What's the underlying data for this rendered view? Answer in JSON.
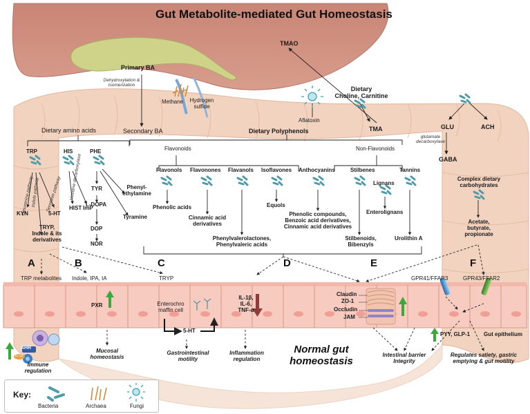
{
  "title": "Gut Metabolite-mediated Gut Homeostasis",
  "top": {
    "primary_ba": "Primary BA",
    "dehydroxylation": [
      "Dehydroxylation &",
      "Isomerization"
    ],
    "secondary_ba": "Secondary BA",
    "methane": "Methane",
    "hydrogen_sulfide": [
      "Hydrogen",
      "sulfide"
    ],
    "tmao": "TMAO",
    "dietary_choline": [
      "Dietary",
      "Choline, Carnitine"
    ],
    "aflatoxin": "Aflatoxin",
    "tma": "TMA",
    "dietary_polyphenols": "Dietary Polyphenols",
    "glu": "GLU",
    "ach": "ACH",
    "glutamate_decarboxylase": [
      "glutamate",
      "decarboxylase"
    ],
    "gaba": "GABA"
  },
  "amino": {
    "header": "Dietary amino acids",
    "trp": "TRP",
    "his": "HIS",
    "phe": "PHE",
    "kynurenine_pathway": "Kynurenine pathway",
    "indole_pathway": "Indole pathway",
    "serotonin_pathway": "Serotonin pathway",
    "histidine_decarboxylase": [
      "Histidine",
      "decarboxylase"
    ],
    "kyn": "KYN",
    "five_ht": "5-HT",
    "hist": "HIST",
    "imp": "ImP",
    "tyr": "TYR",
    "l_dopa": "L-DOPA",
    "dop": "DOP",
    "nor": "NOR",
    "phenylethylamine": [
      "Phenyl-",
      "ethylamine"
    ],
    "tyramine": "Tyramine",
    "tryp_indole": [
      "TRYP,",
      "Indole & its",
      "derivatives"
    ]
  },
  "polyphenols": {
    "flavonoids": "Flavonoids",
    "non_flavonoids": "Non-Flavonoids",
    "flavonols": "Flavonols",
    "flavonones": "Flavonones",
    "flavanols": "Flavanols",
    "isoflavones": "Isoflavones",
    "anthocyanins": "Anthocyanins",
    "stilbenes": "Stilbenes",
    "lignans": "Lignans",
    "tannins": "Tannins",
    "phenolic_acids": "Phenolic acids",
    "cinnamic_acid_derivatives": [
      "Cinnamic acid",
      "derivatives"
    ],
    "equols": "Equols",
    "phenolic_compounds": [
      "Phenolic compounds,",
      "Benzoic acid derivatives,",
      "Cinnamic acid derivatives"
    ],
    "enterolignans": "Enterolignans",
    "phenylvalerolactones": [
      "Phenylvalerolactones,",
      "Phenylvaleric acids"
    ],
    "stilbenoids": [
      "Stilbenoids,",
      "Bibenzyls"
    ],
    "urolithin": "Urolithin A"
  },
  "carbs": {
    "complex": [
      "Complex dietary",
      "carbohydrates"
    ],
    "scfa": [
      "Acetate,",
      "butyrate,",
      "propionate"
    ]
  },
  "panels": {
    "a": "A",
    "b": "B",
    "c": "C",
    "d": "D",
    "e": "E",
    "f": "F"
  },
  "epithelium": {
    "trp_metabolites": "TRP metabolites",
    "indole_ipa_ia": "Indole, IPA, IA",
    "tryp": "TRYP",
    "pxr": "PXR",
    "enterochromaffin": [
      "Enterochro",
      "maffin cell"
    ],
    "five_ht": "5-HT",
    "cytokines": [
      "IL-1β,",
      "IL-6,",
      "TNF-α"
    ],
    "claudin": "Claudin",
    "zo1": "ZO-1",
    "occludin": "Occludin",
    "jam": "JAM",
    "gpr41": "GPR41/FFAR3",
    "gpr43": "GPR43/FFAR2",
    "pyy": "PYY, GLP-1",
    "gut_epithelium": "Gut epithelium",
    "ahr": "AHR",
    "il22": "IL-22"
  },
  "outcomes": {
    "immune": [
      "Immune",
      "regulation"
    ],
    "mucosal": [
      "Mucosal",
      "homeostasis"
    ],
    "gi_motility": [
      "Gastrointestinal",
      "motility"
    ],
    "inflammation": [
      "Inflammation",
      "regulation"
    ],
    "normal": [
      "Normal gut",
      "homeostasis"
    ],
    "barrier": [
      "Intestinal barrier",
      "Integrity"
    ],
    "satiety": [
      "Regulates satiety, gastric",
      "emptying & gut motility"
    ]
  },
  "key": {
    "label": "Key:",
    "bacteria": "Bacteria",
    "archaea": "Archaea",
    "fungi": "Fungi"
  },
  "colors": {
    "intestine": "#f3d2bb",
    "intestine_dark": "#e2ae92",
    "liver": "#cf8d7f",
    "gallbladder": "#d2d38a",
    "epithelium": "#f7c9c0",
    "bacteria": "#4d9aaa",
    "green_arrow": "#38a83a",
    "red_arrow": "#8c3a3a"
  }
}
